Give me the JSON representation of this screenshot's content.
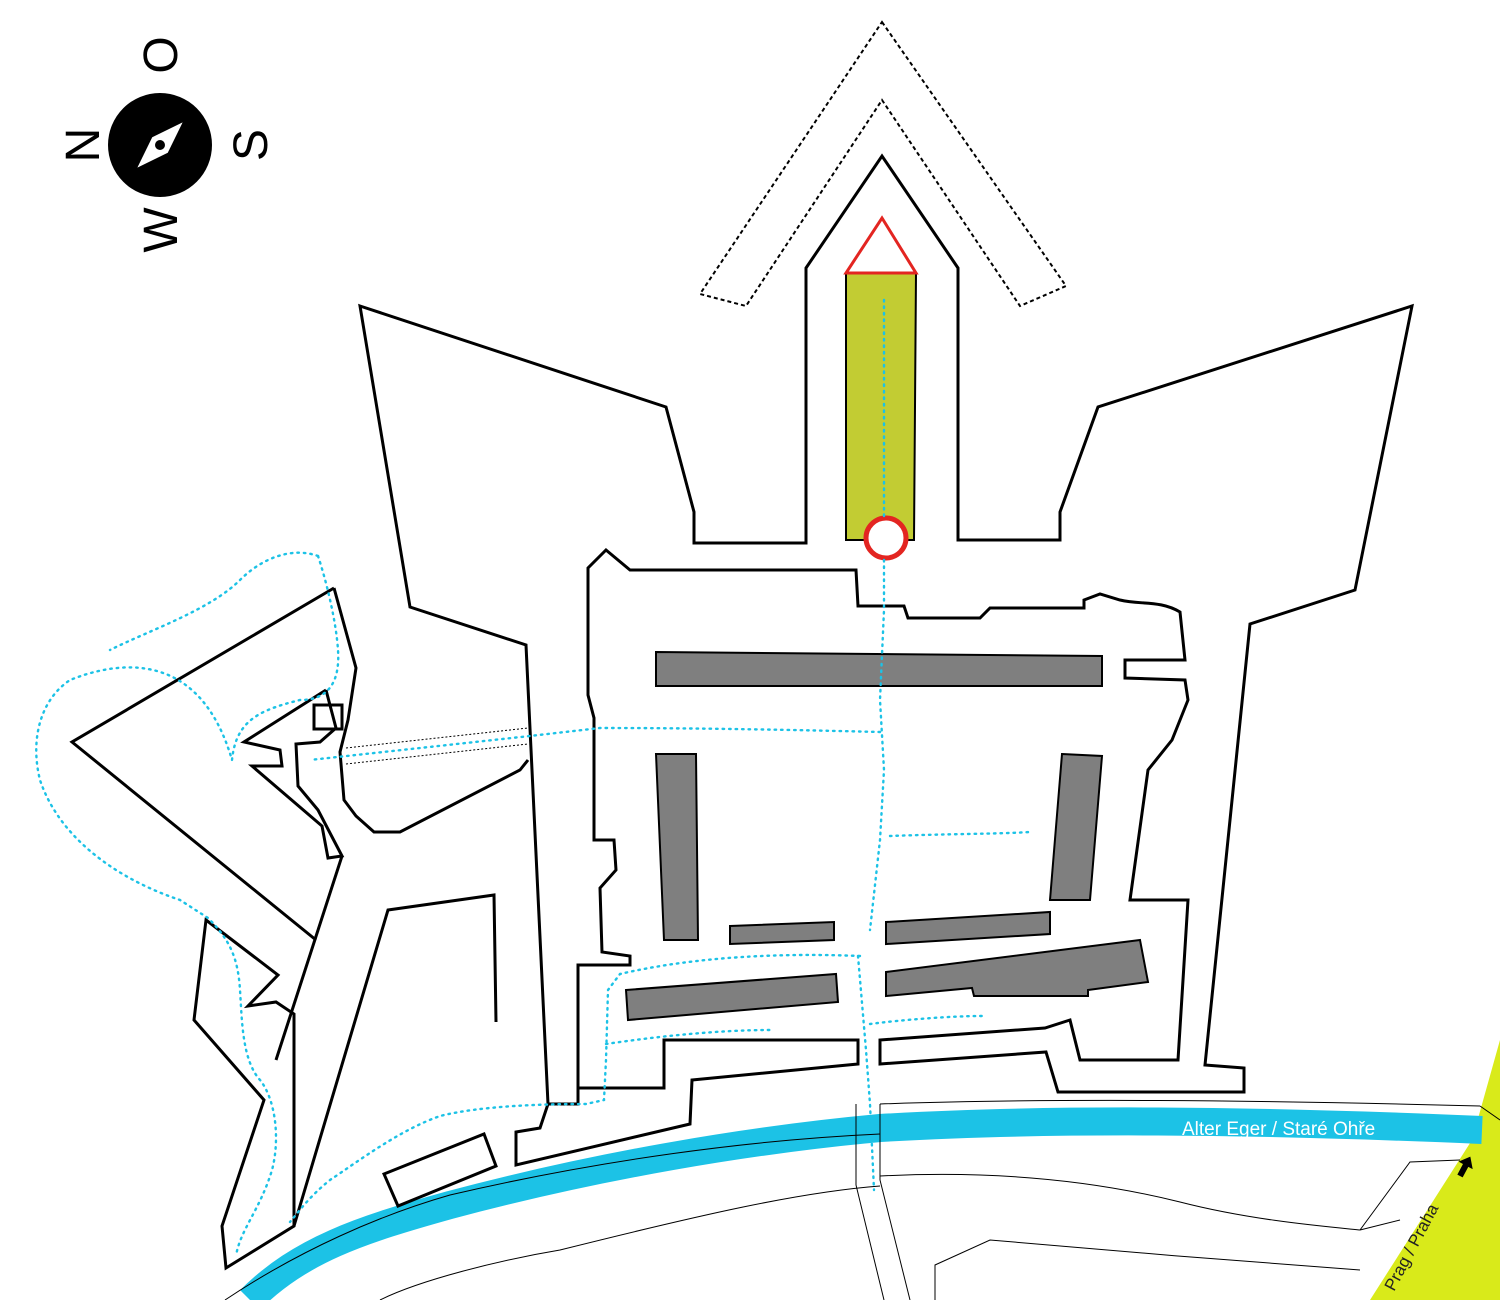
{
  "compass": {
    "north": "N",
    "east": "O",
    "south": "S",
    "west": "W",
    "icon": "compass-needle-icon"
  },
  "labels": {
    "river": "Alter Eger / Staré Ohře",
    "road": "Prag / Praha",
    "road_arrow_icon": "arrow-right-icon"
  },
  "colors": {
    "background": "#ffffff",
    "outline": "#000000",
    "building": "#7f7f7f",
    "river": "#1cc2e6",
    "highlight": "#c2cc33",
    "marker": "#e32521",
    "path": "#1cc2e6",
    "road": "#d9ea1a"
  },
  "legend_marks": {
    "start_marker": "circle",
    "end_marker": "triangle"
  }
}
